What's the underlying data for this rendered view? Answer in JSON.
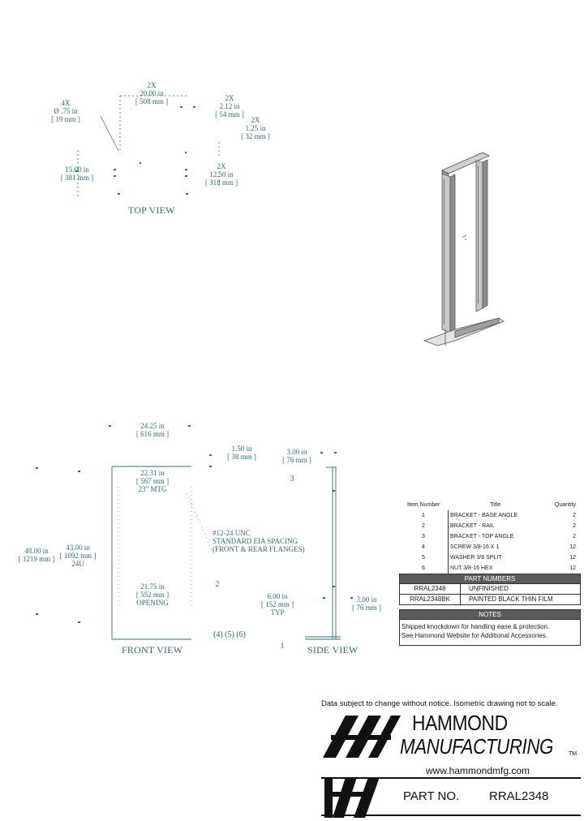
{
  "top_view": {
    "label": "TOP VIEW",
    "dim_holes": [
      "4X",
      "Ø .75 in",
      "[ 19 mm ]"
    ],
    "dim_width": [
      "2X",
      "20.00 in",
      "[ 508 mm ]"
    ],
    "dim_212": [
      "2X",
      "2.12 in",
      "[ 54 mm ]"
    ],
    "dim_125": [
      "2X",
      "1.25 in",
      "[ 32 mm ]"
    ],
    "dim_depth": [
      "15.00 in",
      "[ 381 mm ]"
    ],
    "dim_1250": [
      "2X",
      "12.50 in",
      "[ 318 mm ]"
    ]
  },
  "front_view": {
    "label": "FRONT VIEW",
    "dim_overall_width": [
      "24.25 in",
      "[ 616 mm ]"
    ],
    "dim_mtg": [
      "22.31 in",
      "[ 567 mm ]",
      "23\" MTG"
    ],
    "dim_height": [
      "48.00 in",
      "[ 1219 mm ]"
    ],
    "dim_rack": [
      "43.00 in",
      "[ 1092 mm ]",
      "24U"
    ],
    "dim_opening": [
      "21.75 in",
      "[ 552 mm ]",
      "OPENING"
    ],
    "callout_spacing": [
      "#12-24 UNC",
      "STANDARD EIA SPACING",
      "(FRONT & REAR FLANGES)"
    ],
    "balloons": [
      "4",
      "5",
      "6",
      "2"
    ]
  },
  "side_view": {
    "label": "SIDE VIEW",
    "dim_150": [
      "1.50 in",
      "[ 38 mm ]"
    ],
    "dim_300_top": [
      "3.00 in",
      "[ 76 mm ]"
    ],
    "dim_600": [
      "6.00 in",
      "[ 152 mm ]",
      "TYP"
    ],
    "dim_300_bot": [
      "3.00 in",
      "[ 76 mm ]"
    ],
    "balloons": [
      "3",
      "1"
    ]
  },
  "items_table": {
    "headers": [
      "Item Number",
      "Title",
      "Quantity"
    ],
    "rows": [
      [
        "1",
        "BRACKET - BASE ANGLE",
        "2"
      ],
      [
        "2",
        "BRACKET - RAIL",
        "2"
      ],
      [
        "3",
        "BRACKET - TOP ANGLE",
        "2"
      ],
      [
        "4",
        "SCREW 3/8-16 X 1",
        "12"
      ],
      [
        "5",
        "WASHER 3/8 SPLIT",
        "12"
      ],
      [
        "6",
        "NUT 3/8-16 HEX",
        "12"
      ]
    ]
  },
  "part_numbers": {
    "header": "PART NUMBERS",
    "rows": [
      [
        "RRAL2348",
        "UNFINISHED"
      ],
      [
        "RRAL2348BK",
        "PAINTED BLACK THIN FILM"
      ]
    ]
  },
  "notes": {
    "header": "NOTES",
    "lines": [
      "Shipped knockdown for handling ease & protection.",
      "See Hammond Website for Additional Accessories."
    ]
  },
  "footer": {
    "disclaimer": "Data subject to change without notice. Isometric drawing not to scale.",
    "brand_line1": "HAMMOND",
    "brand_line2": "MANUFACTURING",
    "trademark": "TM",
    "website": "www.hammondmfg.com",
    "part_label": "PART NO.",
    "part_value": "RRAL2348"
  },
  "colors": {
    "drawing": "#2f6f78",
    "ink": "#111111",
    "table_header": "#5b5b5b"
  }
}
